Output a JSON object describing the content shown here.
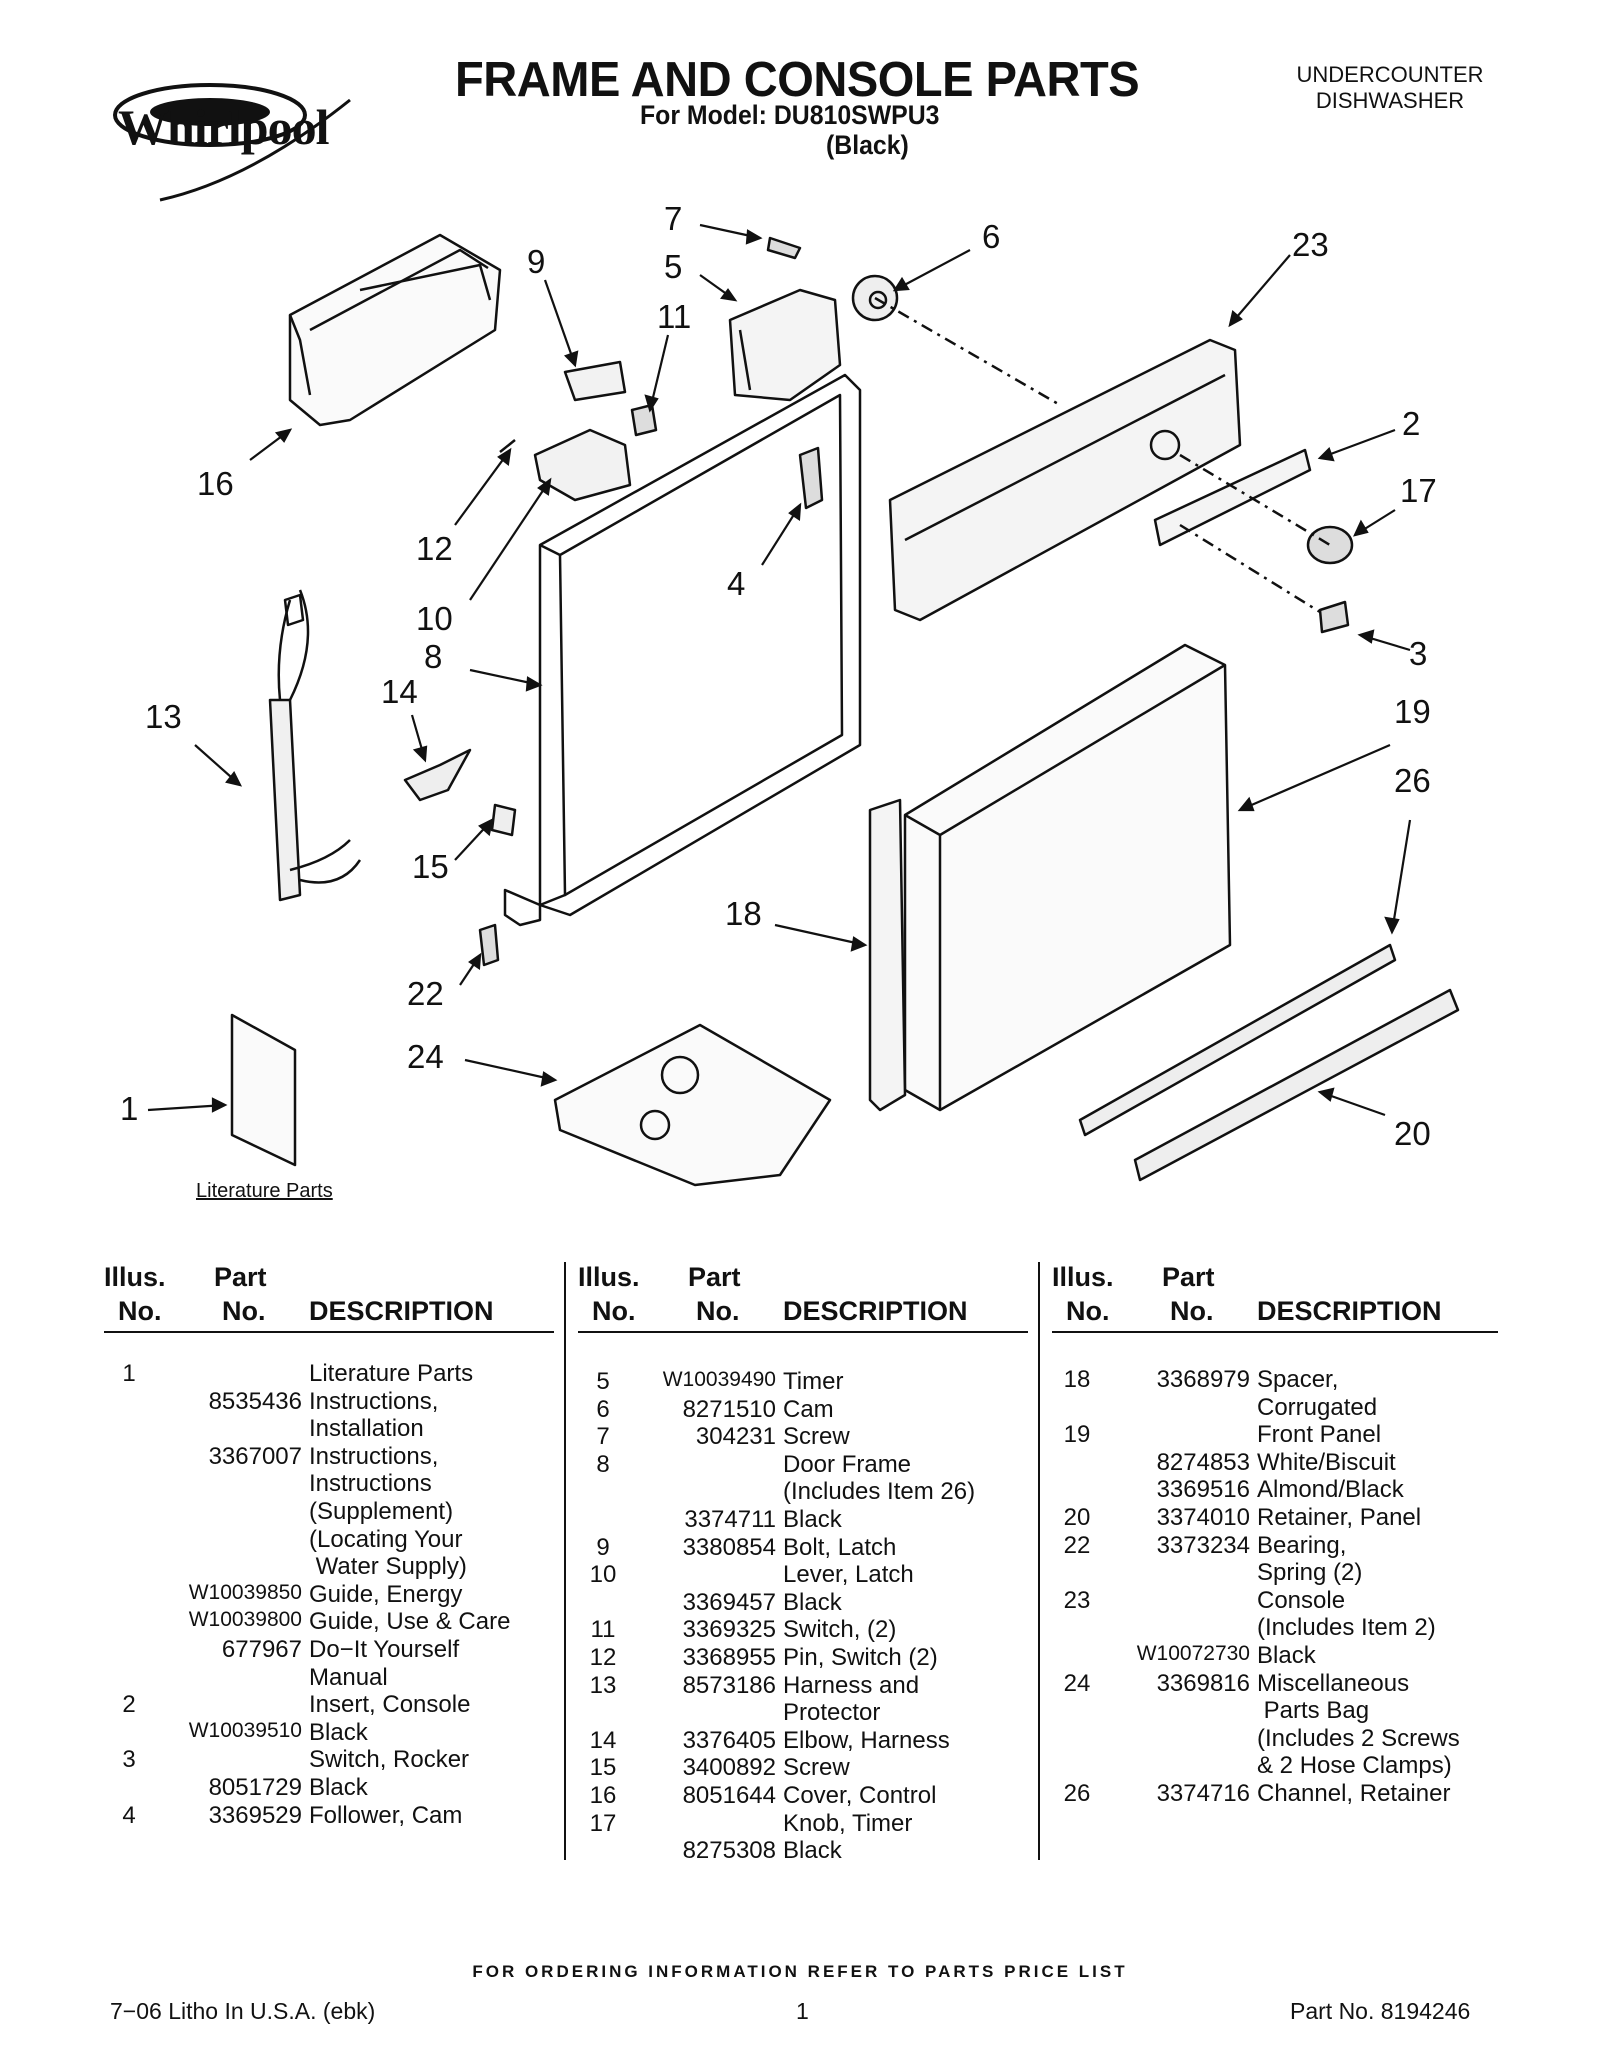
{
  "header": {
    "brand": "Whirlpool",
    "title": "FRAME AND CONSOLE PARTS",
    "model_line": "For Model: DU810SWPU3",
    "model_variant": "(Black)",
    "category_line1": "UNDERCOUNTER",
    "category_line2": "DISHWASHER"
  },
  "diagram": {
    "callouts": [
      "7",
      "6",
      "9",
      "5",
      "23",
      "11",
      "16",
      "2",
      "17",
      "12",
      "4",
      "10",
      "3",
      "8",
      "19",
      "14",
      "13",
      "26",
      "15",
      "18",
      "22",
      "24",
      "1",
      "20"
    ],
    "literature_caption": "Literature Parts"
  },
  "table_headers": {
    "illus_top": "Illus.",
    "illus_bottom": "No.",
    "part_top": "Part",
    "part_bottom": "No.",
    "description": "DESCRIPTION"
  },
  "parts_columns": [
    [
      {
        "illus": "1",
        "part": "",
        "desc": "Literature Parts"
      },
      {
        "illus": "",
        "part": "8535436",
        "desc": "Instructions,"
      },
      {
        "illus": "",
        "part": "",
        "desc": "Installation"
      },
      {
        "illus": "",
        "part": "3367007",
        "desc": "Instructions,"
      },
      {
        "illus": "",
        "part": "",
        "desc": "Instructions"
      },
      {
        "illus": "",
        "part": "",
        "desc": "(Supplement)"
      },
      {
        "illus": "",
        "part": "",
        "desc": "(Locating Your"
      },
      {
        "illus": "",
        "part": "",
        "desc": " Water Supply)"
      },
      {
        "illus": "",
        "part": "W10039850",
        "desc": "Guide, Energy"
      },
      {
        "illus": "",
        "part": "W10039800",
        "desc": "Guide, Use & Care"
      },
      {
        "illus": "",
        "part": "677967",
        "desc": "Do−It Yourself"
      },
      {
        "illus": "",
        "part": "",
        "desc": "Manual"
      },
      {
        "illus": "2",
        "part": "",
        "desc": "Insert, Console"
      },
      {
        "illus": "",
        "part": "W10039510",
        "desc": "Black"
      },
      {
        "illus": "3",
        "part": "",
        "desc": "Switch, Rocker"
      },
      {
        "illus": "",
        "part": "8051729",
        "desc": "Black"
      },
      {
        "illus": "4",
        "part": "3369529",
        "desc": "Follower, Cam"
      }
    ],
    [
      {
        "illus": "5",
        "part": "W10039490",
        "desc": "Timer"
      },
      {
        "illus": "6",
        "part": "8271510",
        "desc": "Cam"
      },
      {
        "illus": "7",
        "part": "304231",
        "desc": "Screw"
      },
      {
        "illus": "8",
        "part": "",
        "desc": "Door Frame"
      },
      {
        "illus": "",
        "part": "",
        "desc": "(Includes Item 26)"
      },
      {
        "illus": "",
        "part": "3374711",
        "desc": "Black"
      },
      {
        "illus": "9",
        "part": "3380854",
        "desc": "Bolt, Latch"
      },
      {
        "illus": "10",
        "part": "",
        "desc": "Lever, Latch"
      },
      {
        "illus": "",
        "part": "3369457",
        "desc": "Black"
      },
      {
        "illus": "11",
        "part": "3369325",
        "desc": "Switch, (2)"
      },
      {
        "illus": "12",
        "part": "3368955",
        "desc": "Pin, Switch (2)"
      },
      {
        "illus": "13",
        "part": "8573186",
        "desc": "Harness and"
      },
      {
        "illus": "",
        "part": "",
        "desc": "Protector"
      },
      {
        "illus": "14",
        "part": "3376405",
        "desc": "Elbow, Harness"
      },
      {
        "illus": "15",
        "part": "3400892",
        "desc": "Screw"
      },
      {
        "illus": "16",
        "part": "8051644",
        "desc": "Cover, Control"
      },
      {
        "illus": "17",
        "part": "",
        "desc": "Knob, Timer"
      },
      {
        "illus": "",
        "part": "8275308",
        "desc": "Black"
      }
    ],
    [
      {
        "illus": "18",
        "part": "3368979",
        "desc": "Spacer,"
      },
      {
        "illus": "",
        "part": "",
        "desc": "Corrugated"
      },
      {
        "illus": "19",
        "part": "",
        "desc": "Front Panel"
      },
      {
        "illus": "",
        "part": "8274853",
        "desc": "White/Biscuit"
      },
      {
        "illus": "",
        "part": "3369516",
        "desc": "Almond/Black"
      },
      {
        "illus": "20",
        "part": "3374010",
        "desc": "Retainer, Panel"
      },
      {
        "illus": "22",
        "part": "3373234",
        "desc": "Bearing,"
      },
      {
        "illus": "",
        "part": "",
        "desc": "Spring (2)"
      },
      {
        "illus": "23",
        "part": "",
        "desc": "Console"
      },
      {
        "illus": "",
        "part": "",
        "desc": "(Includes Item 2)"
      },
      {
        "illus": "",
        "part": "W10072730",
        "desc": "Black"
      },
      {
        "illus": "24",
        "part": "3369816",
        "desc": "Miscellaneous"
      },
      {
        "illus": "",
        "part": "",
        "desc": " Parts Bag"
      },
      {
        "illus": "",
        "part": "",
        "desc": "(Includes 2 Screws"
      },
      {
        "illus": "",
        "part": "",
        "desc": "& 2 Hose Clamps)"
      },
      {
        "illus": "26",
        "part": "3374716",
        "desc": "Channel, Retainer"
      }
    ]
  ],
  "footer": {
    "ordering_note": "FOR ORDERING INFORMATION REFER TO PARTS PRICE LIST",
    "litho": "7−06 Litho In U.S.A. (ebk)",
    "page": "1",
    "part_no": "Part No. 8194246"
  }
}
